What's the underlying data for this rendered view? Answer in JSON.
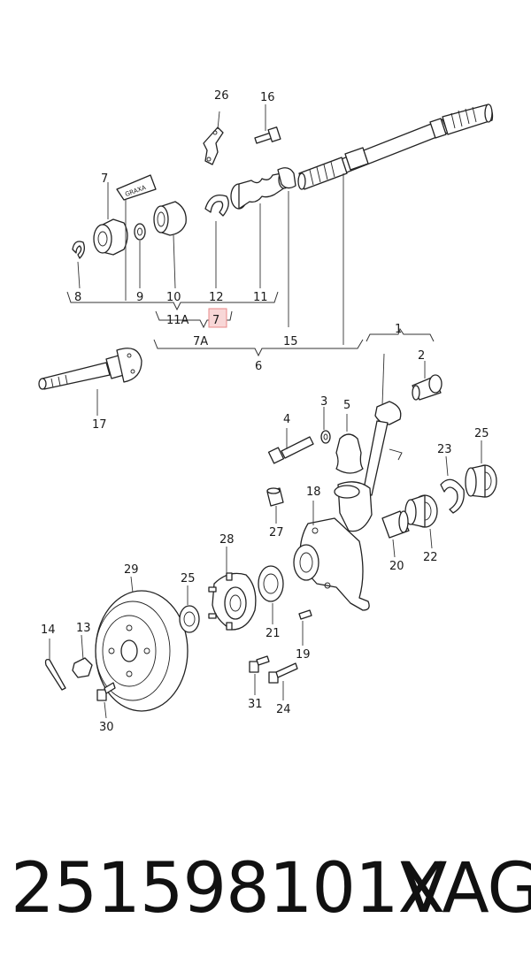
{
  "diagram": {
    "callouts": [
      "26",
      "16",
      "7",
      "8",
      "9",
      "10",
      "12",
      "11",
      "11A",
      "7",
      "7A",
      "15",
      "6",
      "1",
      "2",
      "17",
      "3",
      "4",
      "5",
      "23",
      "25",
      "18",
      "27",
      "28",
      "29",
      "25",
      "20",
      "22",
      "14",
      "13",
      "21",
      "19",
      "31",
      "24",
      "30"
    ],
    "graxa_label": "GRAXA"
  },
  "footer": {
    "part_number": "251598101X",
    "brand": "VAG"
  },
  "colors": {
    "highlight": "#f8d7d7",
    "line": "#222222"
  }
}
